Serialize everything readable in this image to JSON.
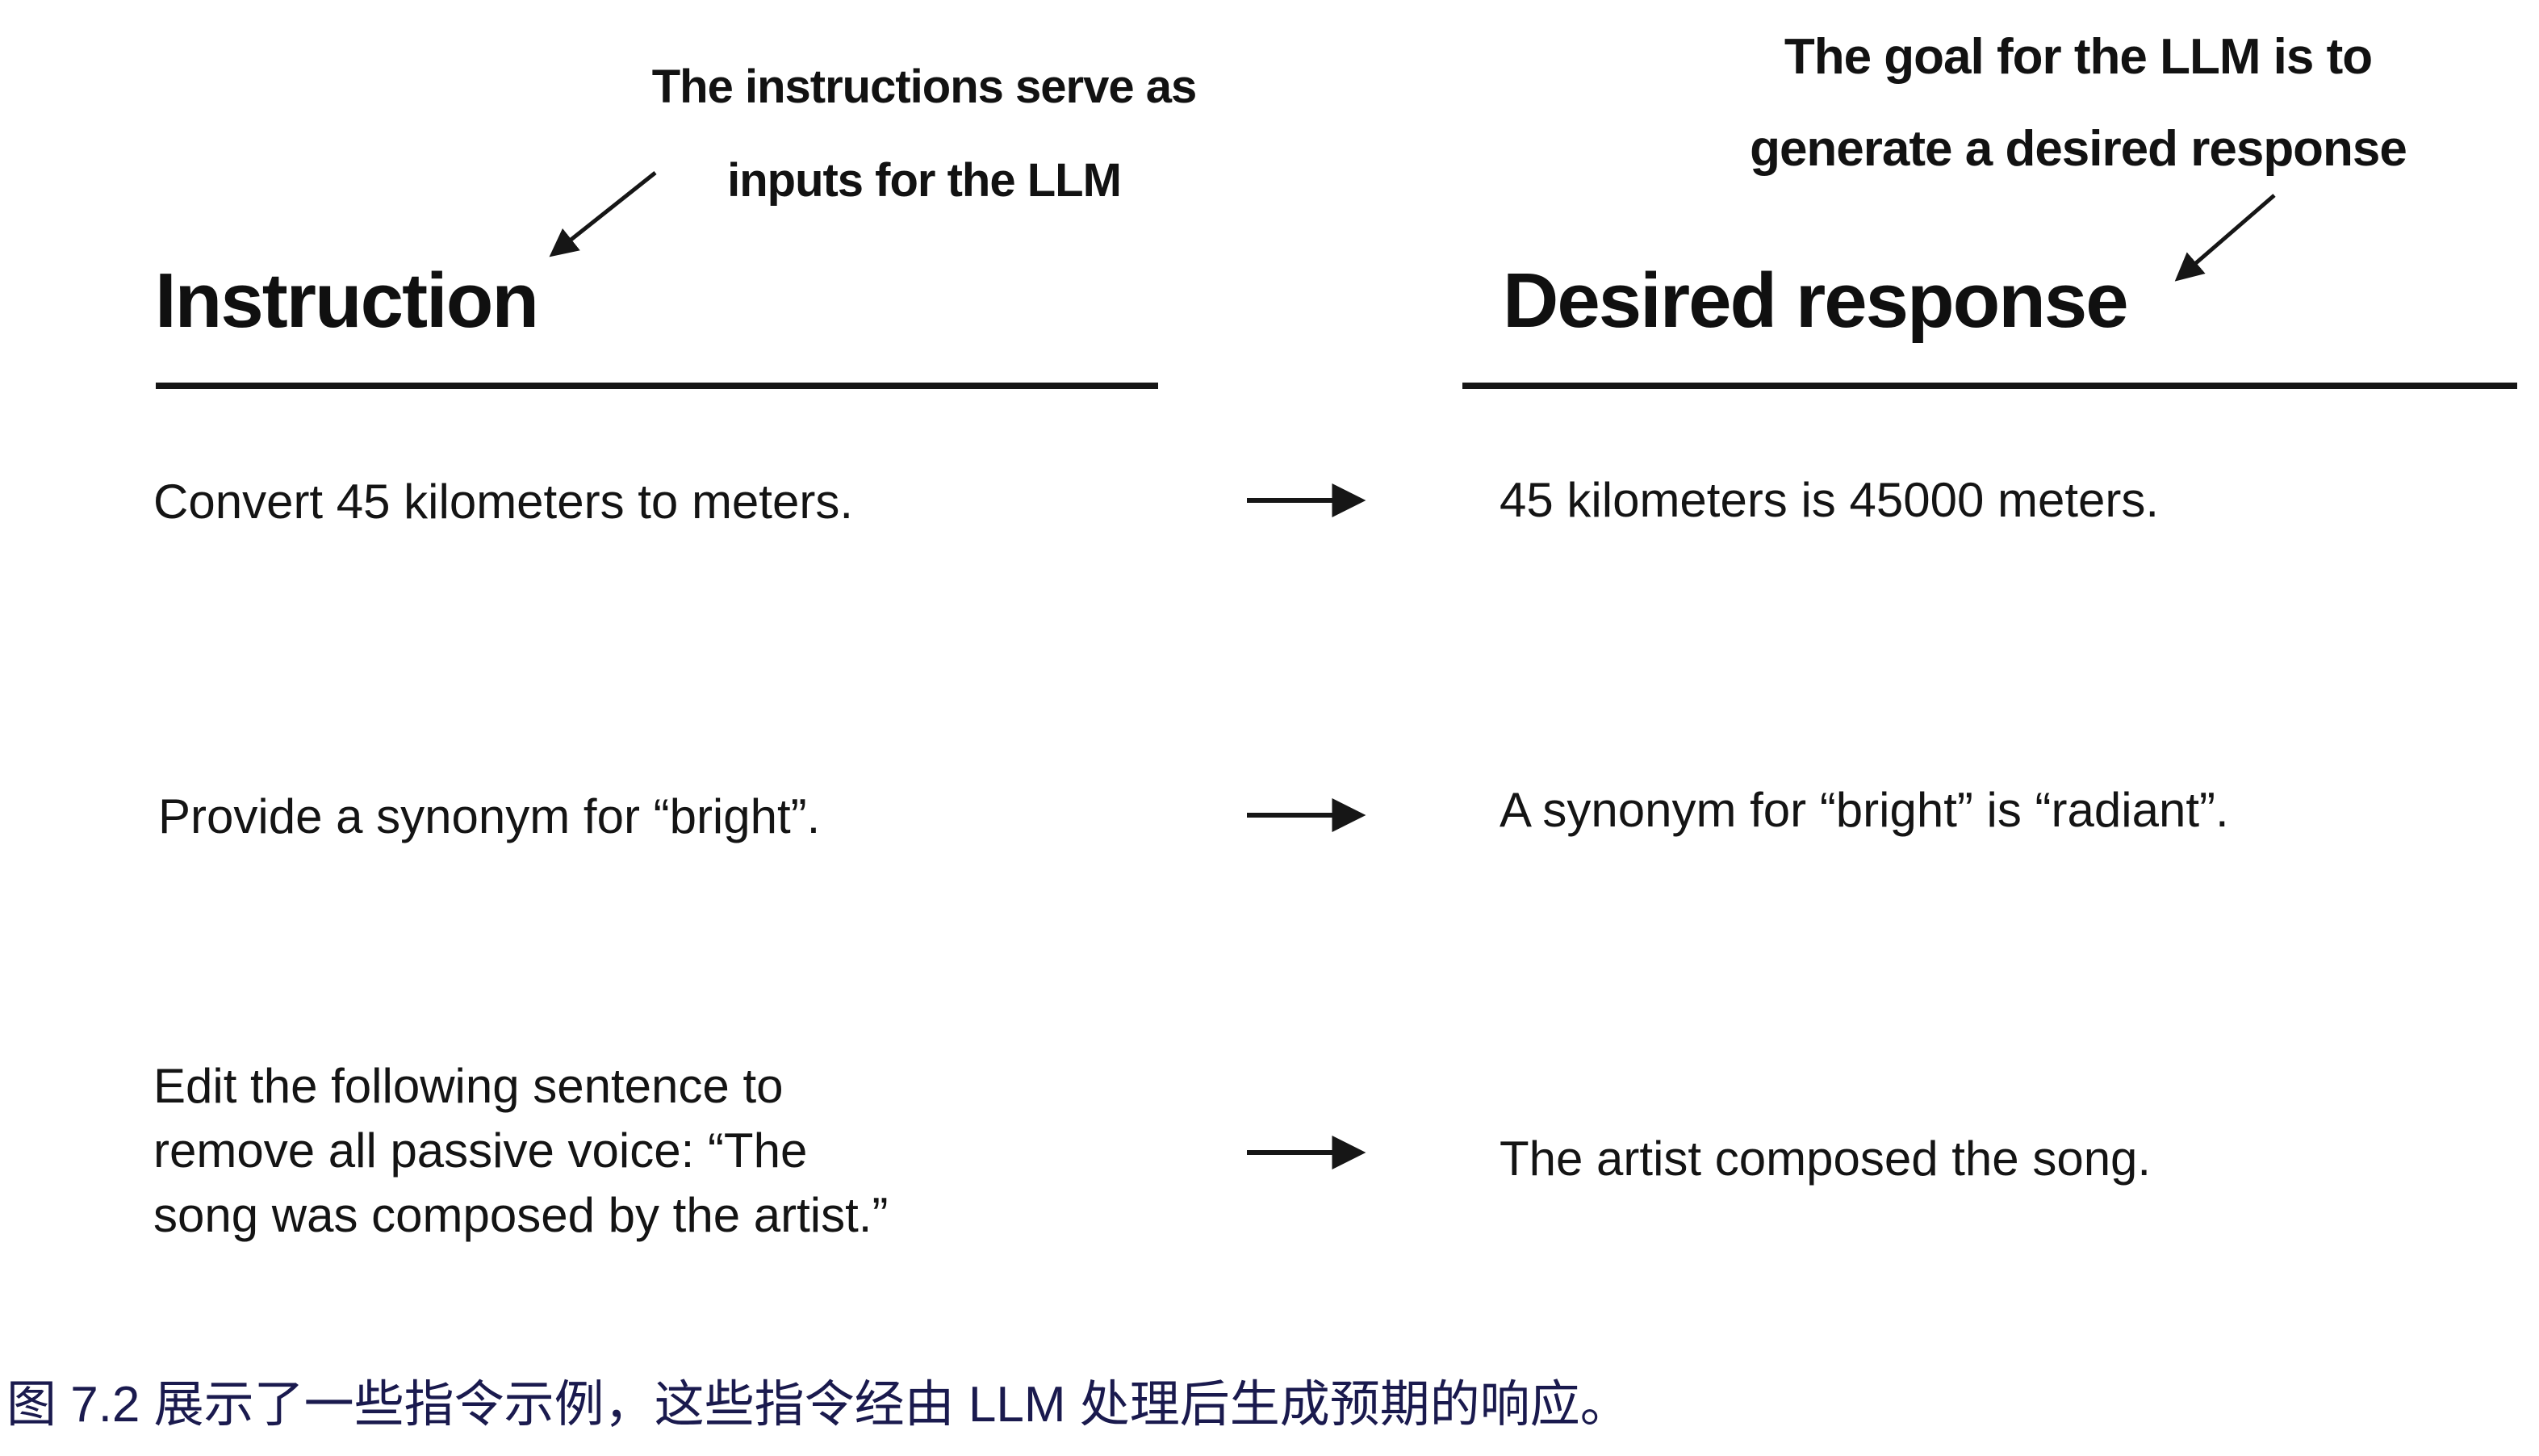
{
  "figure": {
    "annotation_left": {
      "line1": "The instructions serve as",
      "line2": "inputs for the LLM"
    },
    "annotation_right": {
      "line1": "The goal for the LLM is to",
      "line2": "generate a desired response"
    },
    "columns": {
      "left_header": "Instruction",
      "right_header": "Desired response"
    },
    "rows": [
      {
        "instruction": "Convert 45 kilometers to meters.",
        "response": "45 kilometers is 45000 meters."
      },
      {
        "instruction": "Provide a synonym for “bright”.",
        "response": "A synonym for “bright” is “radiant”."
      },
      {
        "instruction_lines": [
          "Edit the following sentence to",
          "remove all passive voice: “The",
          "song was composed by the artist.”"
        ],
        "response": "The artist composed the song."
      }
    ],
    "caption": "图 7.2 展示了一些指令示例，这些指令经由 LLM 处理后生成预期的响应。",
    "icons": {
      "row_arrow": "right-arrow",
      "annotation_arrow": "down-left-arrow"
    },
    "colors": {
      "text": "#141414",
      "caption": "#1a1a4e",
      "line": "#161616"
    }
  }
}
